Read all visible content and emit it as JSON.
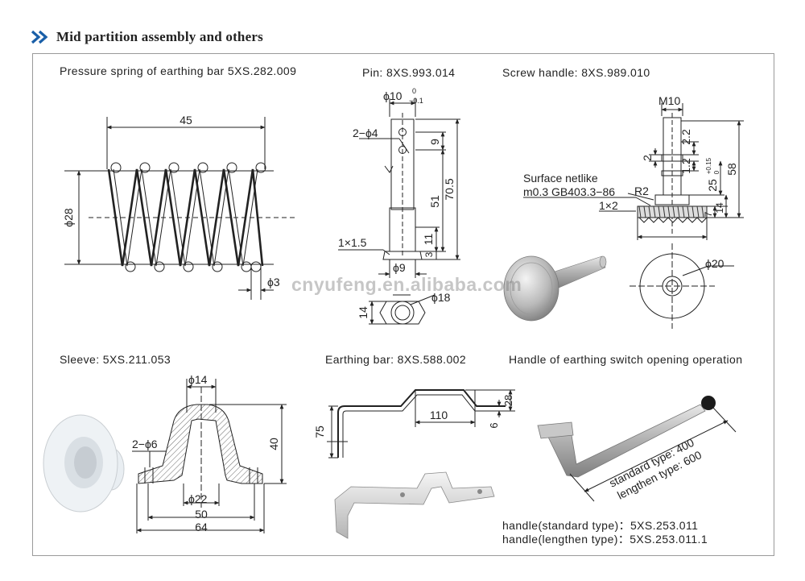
{
  "header": {
    "title": "Mid partition assembly and others"
  },
  "parts": {
    "spring": {
      "label": "Pressure spring of earthing bar 5XS.282.009",
      "d_length": "45",
      "d_dia": "ϕ28",
      "d_wire": "ϕ3"
    },
    "pin": {
      "label": "Pin: 8XS.993.014",
      "d_dia": "ϕ10",
      "tol_hi": "0",
      "tol_lo": "−0.1",
      "d_holes": "2−ϕ4",
      "d_9": "9",
      "d_705": "70.5",
      "d_51": "51",
      "d_11": "11",
      "d_3": "3",
      "d_chamfer": "1×1.5",
      "d_base": "ϕ9",
      "d_18": "ϕ18",
      "d_14": "14"
    },
    "screw": {
      "label": "Screw handle: 8XS.989.010",
      "d_m10": "M10",
      "d_2a": "2",
      "d_22": "2.2",
      "d_12": "1.2",
      "d_25": "25",
      "tol_hi": "+0.15",
      "tol_lo": "0",
      "d_58": "58",
      "d_r2": "R2",
      "note1": "Surface netlike",
      "note2": "m0.3 GB403.3−86",
      "d_1x2": "1×2",
      "d_7": "7",
      "d_14": "14",
      "d_20": "ϕ20"
    },
    "sleeve": {
      "label": "Sleeve: 5XS.211.053",
      "d_14": "ϕ14",
      "d_holes": "2−ϕ6",
      "d_40": "40",
      "d_22": "ϕ22",
      "d_50": "50",
      "d_64": "64"
    },
    "bar": {
      "label": "Earthing bar: 8XS.588.002",
      "d_110": "110",
      "d_28": "28",
      "d_6": "6",
      "d_75": "75"
    },
    "handle": {
      "label": "Handle of earthing switch opening operation",
      "d_std": "standard type: 400",
      "d_len": "lengthen type: 600",
      "line1": "handle(standard type)：5XS.253.011",
      "line2": "handle(lengthen type)：5XS.253.011.1"
    }
  },
  "watermark": "cnyufeng.en.alibaba.com",
  "colors": {
    "accent": "#1a5fa8",
    "frame": "#9a9a9a"
  }
}
